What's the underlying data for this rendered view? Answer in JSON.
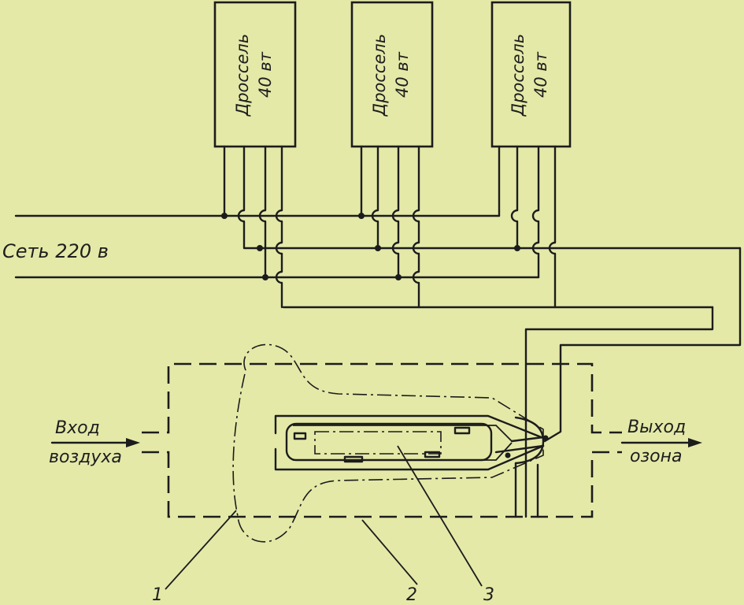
{
  "chokes": [
    {
      "title": "Дроссель",
      "power": "40 вт"
    },
    {
      "title": "Дроссель",
      "power": "40 вт"
    },
    {
      "title": "Дроссель",
      "power": "40 вт"
    }
  ],
  "mains_label": "Сеть 220 в",
  "inlet": {
    "line1": "Вход",
    "line2": "воздуха"
  },
  "outlet": {
    "line1": "Выход",
    "line2": "озона"
  },
  "callouts": [
    "1",
    "2",
    "3"
  ]
}
